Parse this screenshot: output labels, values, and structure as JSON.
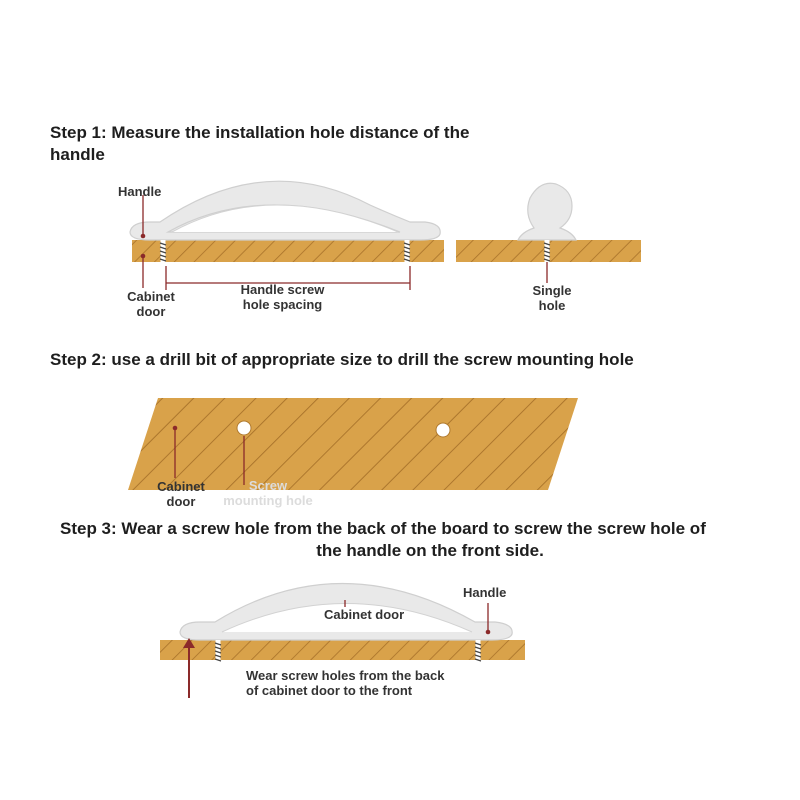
{
  "step1": {
    "title_line1": "Step 1: Measure the installation hole distance of the",
    "title_line2": "handle",
    "label_handle": "Handle",
    "label_cabinet_line1": "Cabinet",
    "label_cabinet_line2": "door",
    "label_spacing_line1": "Handle screw",
    "label_spacing_line2": "hole spacing",
    "label_single_line1": "Single",
    "label_single_line2": "hole"
  },
  "step2": {
    "title": "Step 2: use a drill bit of appropriate size to drill the screw mounting hole",
    "label_cabinet_line1": "Cabinet",
    "label_cabinet_line2": "door",
    "label_screw_line1": "Screw",
    "label_screw_line2": "mounting hole"
  },
  "step3": {
    "title_line1": "Step 3: Wear a screw hole from the back of the board to screw the screw hole of",
    "title_line2": "the handle on the front side.",
    "label_handle": "Handle",
    "label_cabinet": "Cabinet door",
    "label_wear_line1": "Wear screw holes from the back",
    "label_wear_line2": "of cabinet door to the front"
  },
  "colors": {
    "wood": "#d9a24a",
    "hatch": "#9c6a24",
    "handle": "#e9e9e9",
    "handle_edge": "#c9c9c9",
    "marker": "#8b2a2a"
  }
}
